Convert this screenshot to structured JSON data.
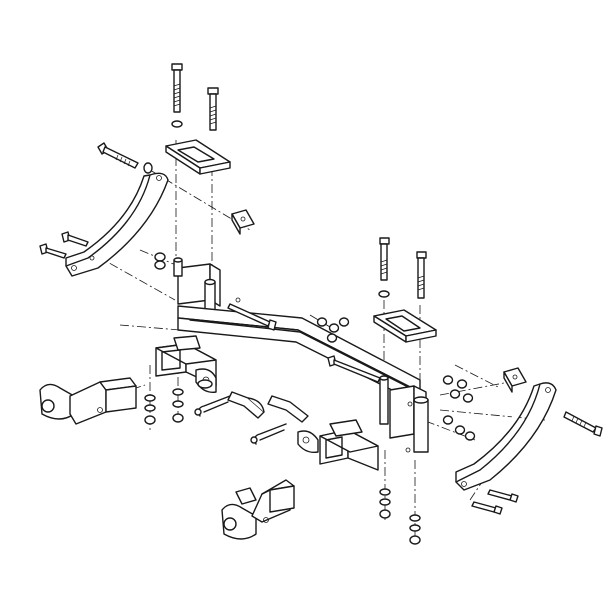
{
  "diagram": {
    "type": "exploded-assembly-line-drawing",
    "colors": {
      "ink": "#1a1a1a",
      "background": "#ffffff"
    },
    "parts": [
      "main-crossbar",
      "left-receiver-tube",
      "right-receiver-tube",
      "left-side-arm",
      "right-side-arm",
      "left-clamp-plate",
      "right-clamp-plate",
      "left-tow-tab",
      "right-tow-tab",
      "safety-pin",
      "hitch-pin",
      "carriage-bolts",
      "hex-bolts",
      "nuts-and-washers",
      "square-spacer-plates"
    ]
  }
}
